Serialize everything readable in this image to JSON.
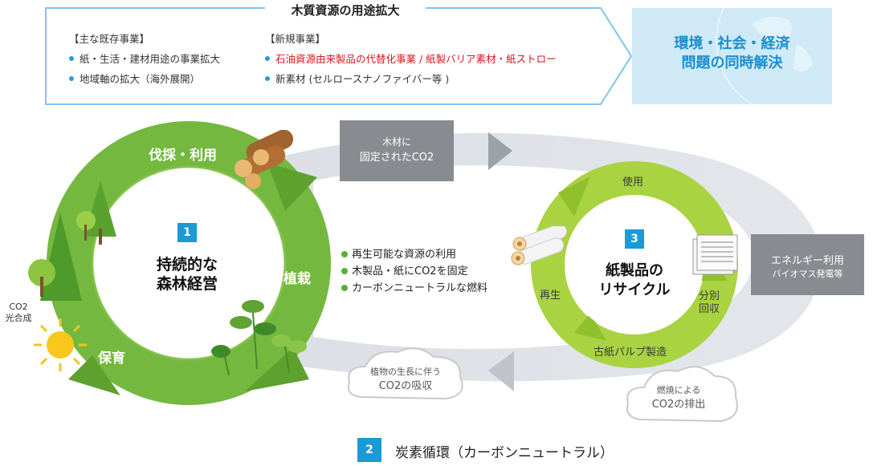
{
  "header": {
    "title": "木質資源の用途拡大",
    "existing": {
      "heading": "【主な既存事業】",
      "items": [
        "紙・生活・建材用途の事業拡大",
        "地域軸の拡大（海外展開）"
      ]
    },
    "new": {
      "heading": "【新規事業】",
      "items": [
        "石油資源由来製品の代替化事業 / 紙製バリア素材・紙ストロー",
        "新素材 (セルロースナノファイバー等 )"
      ]
    },
    "goal_line1": "環境・社会・経済",
    "goal_line2": "問題の同時解決"
  },
  "forest_cycle": {
    "number": "1",
    "title_line1": "持続的な",
    "title_line2": "森林経営",
    "label_harvest": "伐採・利用",
    "label_plant": "植栽",
    "label_nurture": "保育"
  },
  "photosynthesis": {
    "line1": "CO2",
    "line2": "光合成"
  },
  "fixed_co2": {
    "line1": "木材に",
    "line2": "固定されたCO2"
  },
  "benefits": [
    "再生可能な資源の利用",
    "木製品・紙にCO2を固定",
    "カーボンニュートラルな燃料"
  ],
  "recycle_cycle": {
    "number": "3",
    "title_line1": "紙製品の",
    "title_line2": "リサイクル",
    "label_use": "使用",
    "label_collect_line1": "分別",
    "label_collect_line2": "回収",
    "label_pulp": "古紙パルプ製造",
    "label_regen": "再生"
  },
  "energy": {
    "line1": "エネルギー利用",
    "line2": "バイオマス発電等"
  },
  "cloud_absorb": {
    "line1": "植物の生長に伴う",
    "line2": "CO2の吸収"
  },
  "cloud_emit": {
    "line1": "燃焼による",
    "line2": "CO2の排出"
  },
  "carbon_cycle": {
    "number": "2",
    "label": "炭素循環（カーボンニュートラル）"
  },
  "colors": {
    "accent_blue": "#1a9ad6",
    "forest_green": "#6db33f",
    "recycle_green": "#a9d340",
    "red_text": "#d9161c",
    "gray_box": "#888c90"
  }
}
